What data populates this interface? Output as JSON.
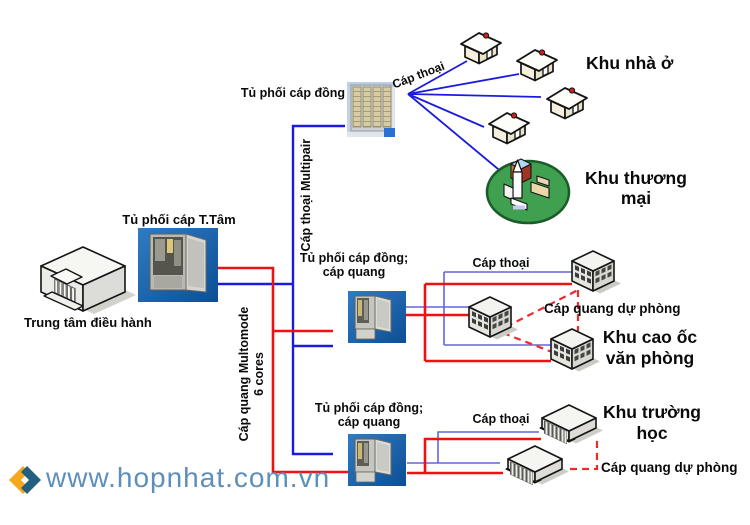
{
  "colors": {
    "phone_trunk_blue": "#1b1be0",
    "phone_branch_blue": "#6466d8",
    "fiber_red": "#ee1111",
    "backup_dashed_red": "#ee2a2a",
    "cabinet_photo_blue_top": "#2f7cc4",
    "cabinet_photo_blue_bottom": "#0c4e95",
    "commercial_green": "#3fa14f",
    "watermark_text_blue": "#5e8fb8",
    "logo_yellow": "#f5a820",
    "logo_dark_blue": "#23607f",
    "label_black": "#0a0a0a"
  },
  "nodes": {
    "operations_center": {
      "label": "Trung tâm điều hành",
      "icon": "isometric-hq-building-icon"
    },
    "central_cabinet": {
      "label": "Tủ phối cáp T.Tâm",
      "icon": "cabinet-photo-icon"
    },
    "top_copper_cabinet": {
      "label": "Tủ phối cáp đồng",
      "icon": "copper-cabinet-photo-icon"
    },
    "middle_cabinet": {
      "label_lines": [
        "Tủ phối cáp đồng;",
        "cáp quang"
      ],
      "icon": "cabinet-photo-icon"
    },
    "bottom_cabinet": {
      "label_lines": [
        "Tủ phối cáp đồng;",
        "cáp quang"
      ],
      "icon": "cabinet-photo-icon"
    }
  },
  "areas": {
    "residential": {
      "label": "Khu nhà ở",
      "house_count": 4,
      "icon": "house-icon"
    },
    "commercial": {
      "label_lines": [
        "Khu thương",
        "mại"
      ],
      "icon": "commercial-campus-icon"
    },
    "offices": {
      "label_lines": [
        "Khu cao ốc",
        "văn phòng"
      ],
      "building_count": 3,
      "icon": "office-building-icon"
    },
    "school": {
      "label_lines": [
        "Khu trường",
        "học"
      ],
      "building_count": 2,
      "icon": "school-building-icon"
    }
  },
  "cables": {
    "phone_fan": "Cáp thoại",
    "phone_trunk": "Cáp thoại Multipair",
    "fiber_trunk_lines": [
      "Cáp quang Multomode",
      "6 cores"
    ],
    "phone_mid": "Cáp thoại",
    "backup_mid": "Cáp quang dự phòng",
    "phone_bottom": "Cáp thoại",
    "backup_bottom": "Cáp quang dự phòng"
  },
  "watermark": {
    "url": "www.hopnhat.com.vn",
    "icon": "hopnhat-logo-icon"
  }
}
